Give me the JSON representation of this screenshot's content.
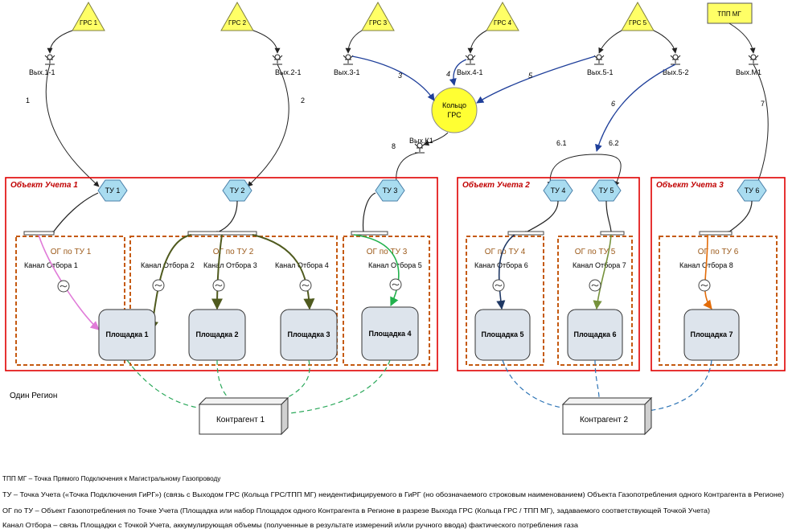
{
  "sources": {
    "grs1": "ГРС 1",
    "grs2": "ГРС 2",
    "grs3": "ГРС 3",
    "grs4": "ГРС 4",
    "grs5": "ГРС 5",
    "tpp": "ТПП МГ"
  },
  "outputs": {
    "o11": "Вых.1-1",
    "o21": "Вых.2-1",
    "o31": "Вых.3-1",
    "o41": "Вых.4-1",
    "o51": "Вых.5-1",
    "o52": "Вых.5-2",
    "om1": "Вых.М1",
    "ok1": "Вых.К1"
  },
  "ring": {
    "line1": "Кольцо",
    "line2": "ГРС"
  },
  "edge_numbers": {
    "n1": "1",
    "n2": "2",
    "n3": "3",
    "n4": "4",
    "n5": "5",
    "n6": "6",
    "n7": "7",
    "n8": "8",
    "n61": "6.1",
    "n62": "6.2"
  },
  "objects": {
    "obj1": "Объект Учета 1",
    "obj2": "Объект Учета 2",
    "obj3": "Объект Учета 3"
  },
  "tu": {
    "tu1": "ТУ 1",
    "tu2": "ТУ 2",
    "tu3": "ТУ 3",
    "tu4": "ТУ 4",
    "tu5": "ТУ 5",
    "tu6": "ТУ 6"
  },
  "og": {
    "og1": "ОГ по ТУ 1",
    "og2": "ОГ по ТУ 2",
    "og3": "ОГ по ТУ 3",
    "og4": "ОГ по ТУ 4",
    "og5": "ОГ по ТУ 5",
    "og6": "ОГ по ТУ 6"
  },
  "channels": {
    "c1": "Канал Отбора 1",
    "c2": "Канал Отбора 2",
    "c3": "Канал Отбора 3",
    "c4": "Канал Отбора 4",
    "c5": "Канал Отбора 5",
    "c6": "Канал Отбора 6",
    "c7": "Канал Отбора 7",
    "c8": "Канал Отбора 8"
  },
  "platforms": {
    "p1": "Площадка 1",
    "p2": "Площадка 2",
    "p3": "Площадка 3",
    "p4": "Площадка 4",
    "p5": "Площадка 5",
    "p6": "Площадка 6",
    "p7": "Площадка 7"
  },
  "region": "Один Регион",
  "contractors": {
    "k1": "Контрагент 1",
    "k2": "Контрагент 2"
  },
  "legend": {
    "l1": "ТПП МГ – Точка Прямого Подключения к Магистральному Газопроводу",
    "l2": "ТУ – Точка Учета («Точка Подключения ГиРГ») (связь с Выходом ГРС (Кольца ГРС/ТПП МГ) неидентифицируемого в ГиРГ (но обозначаемого строковым наименованием) Объекта Газопотребления одного Контрагента в Регионе)",
    "l3": "ОГ по ТУ – Объект Газопотребления по Точке Учета (Площадка или набор Площадок одного Контрагента в Регионе в разрезе Выхода ГРС (Кольца ГРС / ТПП МГ), задаваемого соответствующей Точкой Учета)",
    "l4": "Канал Отбора – связь Площадки с Точкой Учета, аккумулирующая объемы (полученные в результате измерений и/или ручного ввода) фактического потребления газа"
  },
  "colors": {
    "grs_fill": "#ffff66",
    "ring_fill": "#ffff33",
    "tu_fill": "#a9dcf0",
    "object_border": "#e00000",
    "og_border": "#c55a11",
    "platform_fill": "#dde4ec",
    "input_flow": "#1f3f9a",
    "channel1": "#e07ad8",
    "channel2_4": "#4f5a1e",
    "channel5": "#22b14c",
    "channel6": "#1f3864",
    "channel7": "#76923c",
    "channel8": "#e36c09",
    "contractor1_link": "#2aa85a",
    "contractor2_link": "#2e75b6"
  }
}
